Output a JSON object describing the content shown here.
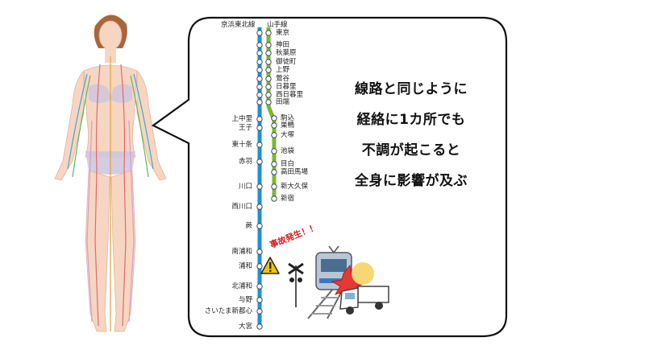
{
  "lines": {
    "keihin_tohoku": {
      "label": "京浜東北線",
      "color": "#1e90d6"
    },
    "yamanote": {
      "label": "山手線",
      "color": "#7cb82f"
    }
  },
  "shared_stations": [
    "東京",
    "神田",
    "秋葉原",
    "御徒町",
    "上野",
    "鶯谷",
    "日暮里",
    "西日暮里",
    "田端"
  ],
  "yamanote_stations": [
    "駒込",
    "巣鴨",
    "大塚",
    "池袋",
    "目白",
    "高田馬場",
    "新大久保",
    "新宿"
  ],
  "keihin_stations": [
    "上中里",
    "王子",
    "東十条",
    "赤羽",
    "川口",
    "西川口",
    "蕨",
    "南浦和",
    "浦和",
    "北浦和",
    "与野",
    "さいたま新都心",
    "大宮"
  ],
  "accident": {
    "text": "事故発生！！",
    "station": "浦和"
  },
  "message": {
    "lines": [
      "線路と同じように",
      "経絡に1カ所でも",
      "不調が起こると",
      "全身に影響が及ぶ"
    ]
  },
  "colors": {
    "bubble_border": "#111111",
    "warning_yellow": "#f5c400",
    "accident_red": "#d81b1b"
  }
}
